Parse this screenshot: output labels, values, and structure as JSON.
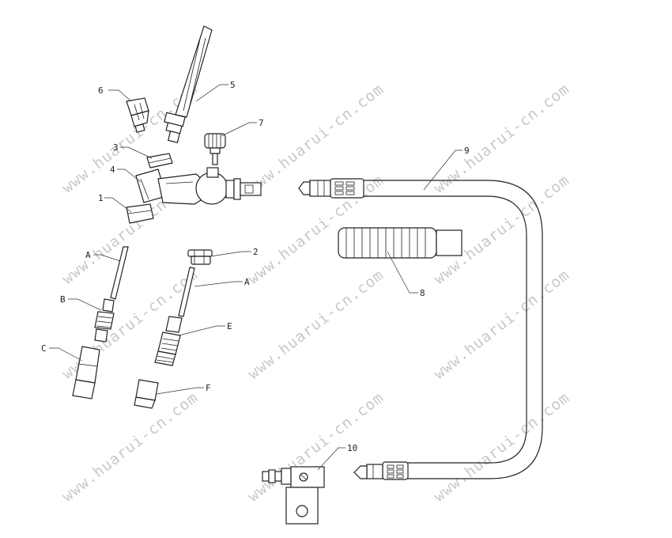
{
  "watermark_text": "www.huarui-cn.com",
  "labels": {
    "p1": "1",
    "p2": "2",
    "p3": "3",
    "p4": "4",
    "p5": "5",
    "p6": "6",
    "p7": "7",
    "p8": "8",
    "p9": "9",
    "p10": "10",
    "pA1": "A",
    "pA2": "A",
    "pB": "B",
    "pC": "C",
    "pE": "E",
    "pF": "F"
  }
}
